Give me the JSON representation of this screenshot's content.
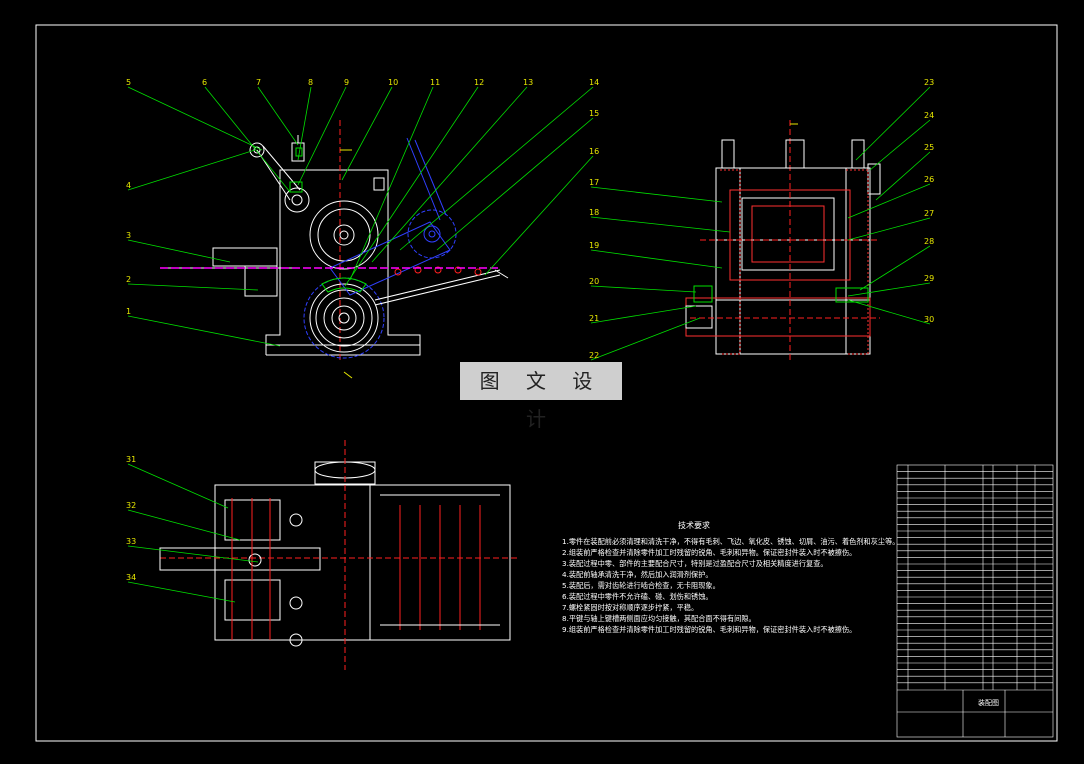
{
  "watermark": "图 文 设 计",
  "colors": {
    "frame": "#ffffff",
    "callout": "#00e000",
    "part": "#ffffff",
    "red": "#ff2020",
    "blue": "#3040ff",
    "magenta": "#ff00ff",
    "yellow": "#e8e800",
    "hatch": "#ff3030"
  },
  "callouts": [
    "1",
    "2",
    "3",
    "4",
    "5",
    "6",
    "7",
    "8",
    "9",
    "10",
    "11",
    "12",
    "13",
    "14",
    "15",
    "16",
    "17",
    "18",
    "19",
    "20",
    "21",
    "22",
    "23",
    "24",
    "25",
    "26",
    "27",
    "28",
    "29",
    "30",
    "31",
    "32",
    "33",
    "34"
  ],
  "tech_notes": {
    "title": "技术要求",
    "lines": [
      "1.零件在装配前必须清理和清洗干净，不得有毛刺、飞边、氧化皮、锈蚀、切屑、油污、着色剂和灰尘等。",
      "2.组装前严格检查并清除零件加工时残留的锐角、毛刺和异物。保证密封件装入时不被擦伤。",
      "3.装配过程中零、部件的主要配合尺寸，特别是过盈配合尺寸及相关精度进行复查。",
      "4.装配前轴承清洗干净，然后加入润滑剂保护。",
      "5.装配后，需对齿轮进行啮合检查，无卡阻现象。",
      "6.装配过程中零件不允许磕、碰、划伤和锈蚀。",
      "7.螺栓紧固时按对称顺序逐步拧紧，平稳。",
      "8.平键与轴上键槽两侧面应均匀接触，其配合面不得有间隙。",
      "9.组装前严格检查并清除零件加工时残留的锐角、毛刺和异物，保证密封件装入时不被擦伤。"
    ]
  },
  "title_block": {
    "drawing_name": "装配图"
  }
}
